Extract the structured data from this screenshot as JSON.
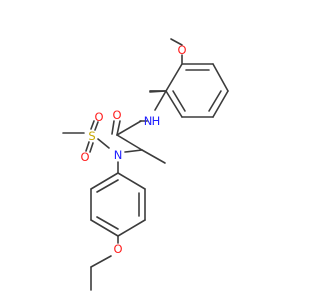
{
  "colors": {
    "bond": "#3c3c3c",
    "oxygen": "#ff1f1f",
    "nitrogen": "#2020ff",
    "sulfur": "#c8a800",
    "background": "#ffffff"
  },
  "atoms": {
    "o_methoxy": "O",
    "nh": "N",
    "nh_h": "H",
    "o_carbonyl": "O",
    "s": "S",
    "o_sulfonyl_a": "O",
    "o_sulfonyl_b": "O",
    "n_sulfonamide": "N",
    "o_ethoxy": "O"
  }
}
